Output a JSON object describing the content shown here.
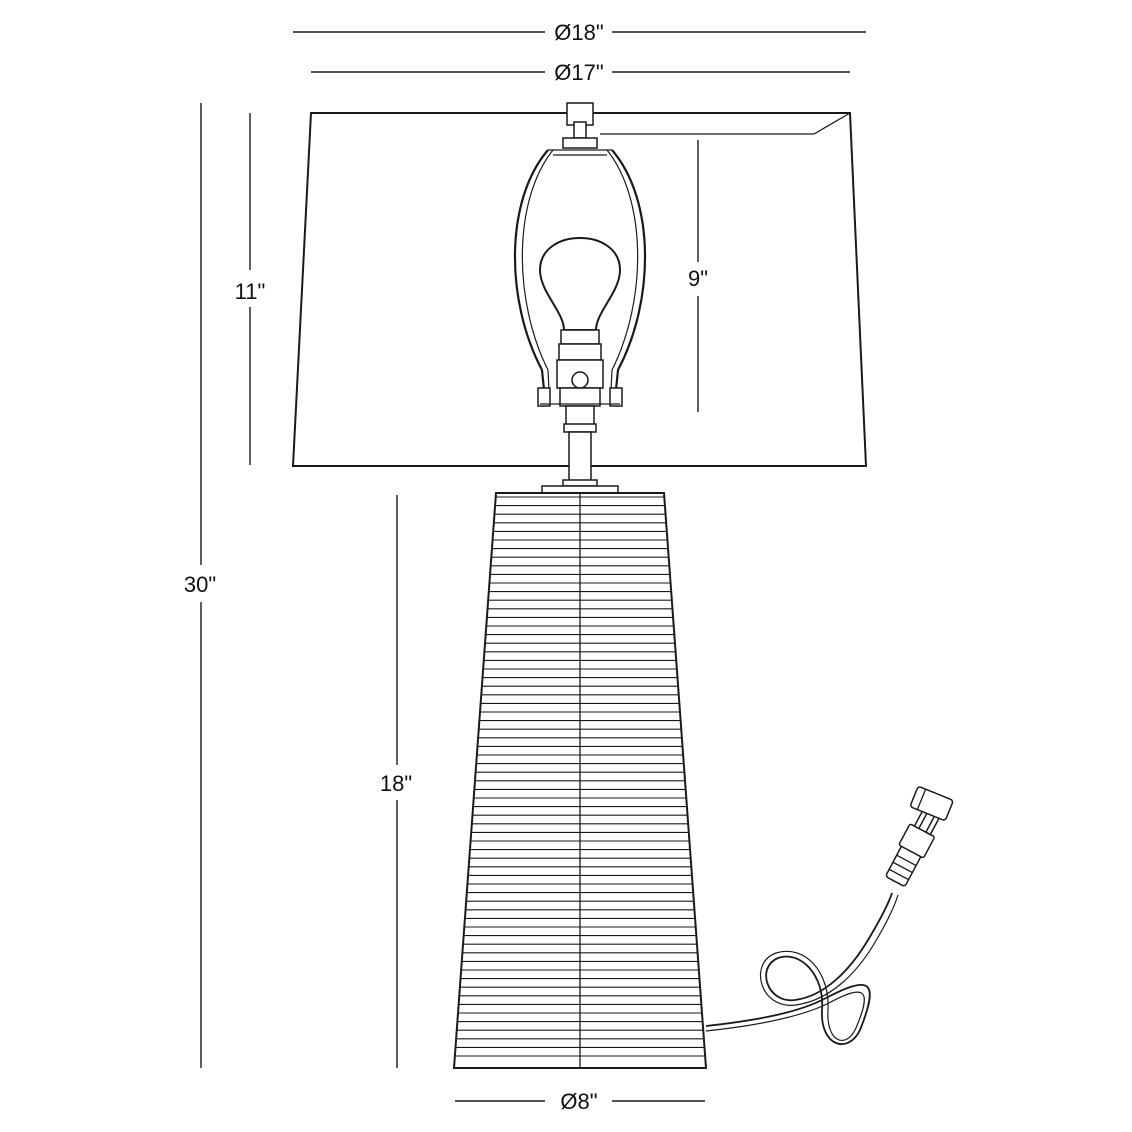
{
  "dimensions": {
    "shade_top_diameter": "Ø18\"",
    "shade_bottom_diameter": "Ø17\"",
    "shade_height": "11\"",
    "harp_height": "9\"",
    "overall_height": "30\"",
    "base_height": "18\"",
    "base_diameter": "Ø8\""
  },
  "colors": {
    "line": "#1a1a1a",
    "background": "#ffffff"
  }
}
